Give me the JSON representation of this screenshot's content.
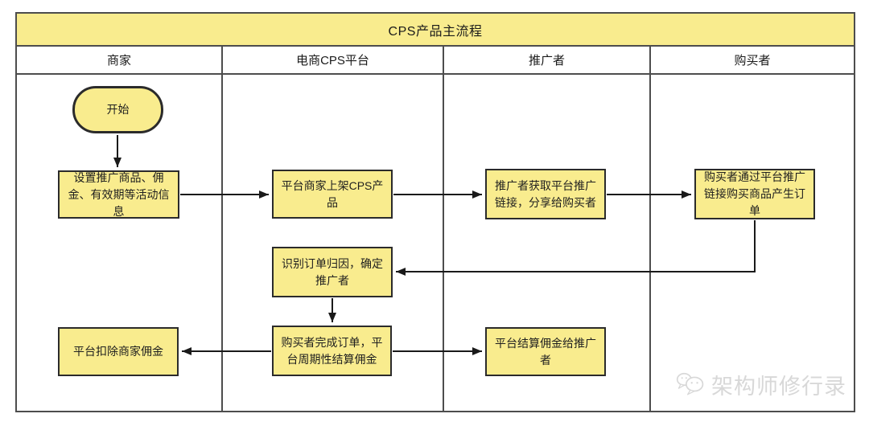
{
  "title": "CPS产品主流程",
  "lanes": [
    {
      "label": "商家"
    },
    {
      "label": "电商CPS平台"
    },
    {
      "label": "推广者"
    },
    {
      "label": "购买者"
    }
  ],
  "nodes": {
    "start": {
      "label": "开始",
      "shape": "stadium",
      "lane": "商家"
    },
    "set_promo": {
      "label": "设置推广商品、佣金、有效期等活动信息",
      "shape": "process",
      "lane": "商家"
    },
    "deduct_commission": {
      "label": "平台扣除商家佣金",
      "shape": "process",
      "lane": "商家"
    },
    "list_products": {
      "label": "平台商家上架CPS产品",
      "shape": "process",
      "lane": "电商CPS平台"
    },
    "identify_attribution": {
      "label": "识别订单归因，确定推广者",
      "shape": "process",
      "lane": "电商CPS平台"
    },
    "settle_periodically": {
      "label": "购买者完成订单，平台周期性结算佣金",
      "shape": "process",
      "lane": "电商CPS平台"
    },
    "get_link": {
      "label": "推广者获取平台推广链接，分享给购买者",
      "shape": "process",
      "lane": "推广者"
    },
    "pay_promoter": {
      "label": "平台结算佣金给推广者",
      "shape": "process",
      "lane": "推广者"
    },
    "buyer_order": {
      "label": "购买者通过平台推广链接购买商品产生订单",
      "shape": "process",
      "lane": "购买者"
    }
  },
  "edges": [
    {
      "from": "start",
      "to": "set_promo"
    },
    {
      "from": "set_promo",
      "to": "list_products"
    },
    {
      "from": "list_products",
      "to": "get_link"
    },
    {
      "from": "get_link",
      "to": "buyer_order"
    },
    {
      "from": "buyer_order",
      "to": "identify_attribution"
    },
    {
      "from": "identify_attribution",
      "to": "settle_periodically"
    },
    {
      "from": "settle_periodically",
      "to": "deduct_commission"
    },
    {
      "from": "settle_periodically",
      "to": "pay_promoter"
    }
  ],
  "watermark": {
    "text": "架构师修行录",
    "icon": "wechat-chat-bubbles-icon"
  },
  "colors": {
    "node_fill": "#F9EC8E",
    "node_border": "#2B2B2B",
    "grid_border": "#4D4D4D",
    "arrow": "#1A1A1A",
    "watermark": "#D8D8D8",
    "background": "#FFFFFF"
  }
}
